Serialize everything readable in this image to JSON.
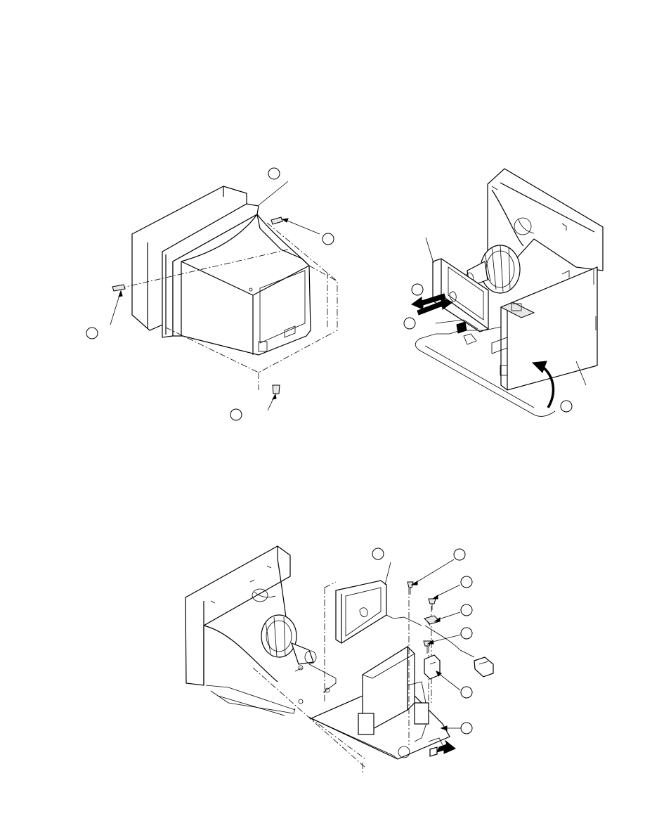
{
  "page": {
    "background": "#ffffff",
    "line_color": "#000000"
  },
  "figures": [
    {
      "id": "fig-rear-cover-removal",
      "callouts": 4,
      "leaders": 4
    },
    {
      "id": "fig-board-pullout",
      "callouts": 3,
      "leaders": 2
    },
    {
      "id": "fig-chassis-disassembly",
      "callouts": 7,
      "leaders": 7
    }
  ]
}
